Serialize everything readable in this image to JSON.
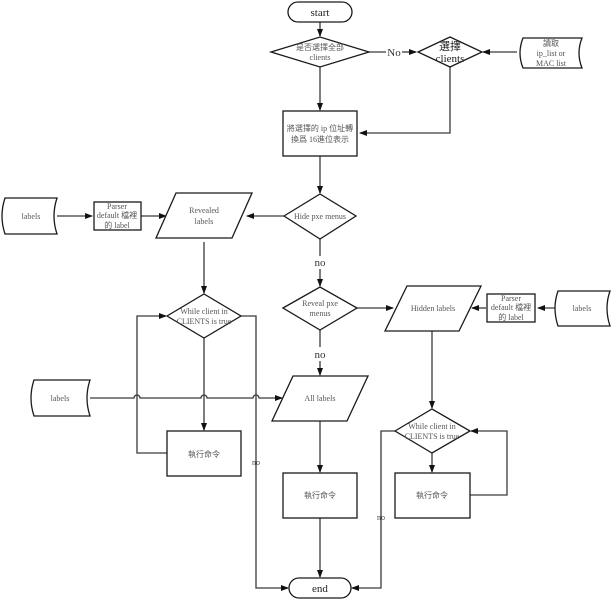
{
  "nodes": {
    "start": "start",
    "select_all": [
      "是否選擇全部",
      "clients"
    ],
    "select_clients": [
      "選擇",
      "clients"
    ],
    "read_list": [
      "讀取",
      "ip_list or",
      "MAC list"
    ],
    "convert": [
      "將選擇的 ip 位址轉",
      "換爲 16進位表示"
    ],
    "hide_menus": "Hide pxe menus",
    "labels_left_top": "labels",
    "parser_left": [
      "Parser",
      "default 檔裡",
      "的 label"
    ],
    "revealed_labels": [
      "Revealed",
      "labels"
    ],
    "reveal_menus": [
      "Reveal pxe",
      "menus"
    ],
    "hidden_labels": "Hidden labels",
    "parser_right": [
      "Parser",
      "default 檔裡",
      "的 label"
    ],
    "labels_right": "labels",
    "while_left": [
      "While client in",
      "CLIENTS is true"
    ],
    "labels_left_mid": "labels",
    "all_labels": "All labels",
    "exec_left": "執行命令",
    "exec_center": "執行命令",
    "while_right": [
      "While client in",
      "CLIENTS is true"
    ],
    "exec_right": "執行命令",
    "end": "end"
  },
  "edge_labels": {
    "no_select_all": "No",
    "no_hide": "no",
    "no_reveal": "no",
    "no_while_left": "no",
    "no_while_right": "no"
  }
}
